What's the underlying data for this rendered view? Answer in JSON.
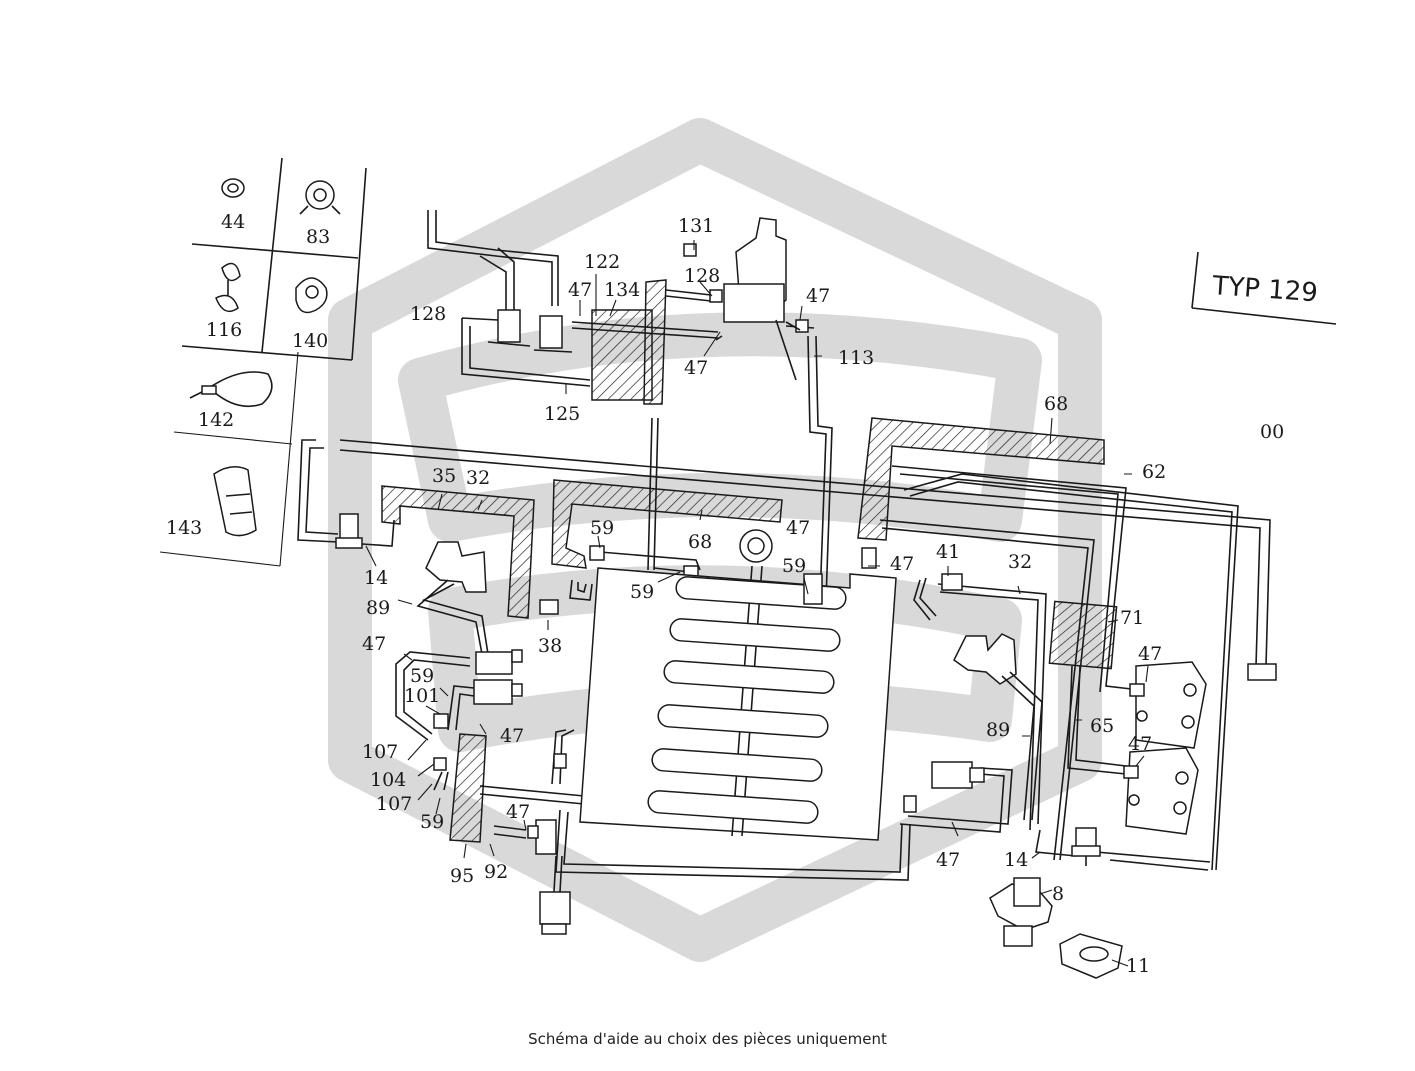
{
  "diagram": {
    "type_label": "TYP 129",
    "code_label": "00",
    "legend_labels": [
      "44",
      "83",
      "116",
      "140",
      "142",
      "143"
    ],
    "callouts": [
      "131",
      "128",
      "122",
      "47",
      "134",
      "128",
      "47",
      "47",
      "113",
      "125",
      "68",
      "62",
      "00",
      "35",
      "32",
      "14",
      "68",
      "59",
      "47",
      "59",
      "59",
      "41",
      "32",
      "89",
      "38",
      "71",
      "47",
      "59",
      "101",
      "47",
      "89",
      "65",
      "47",
      "107",
      "104",
      "107",
      "59",
      "47",
      "95",
      "92",
      "47",
      "14",
      "8",
      "11"
    ]
  },
  "footer": {
    "caption": "Schéma d'aide au choix des pièces uniquement"
  }
}
